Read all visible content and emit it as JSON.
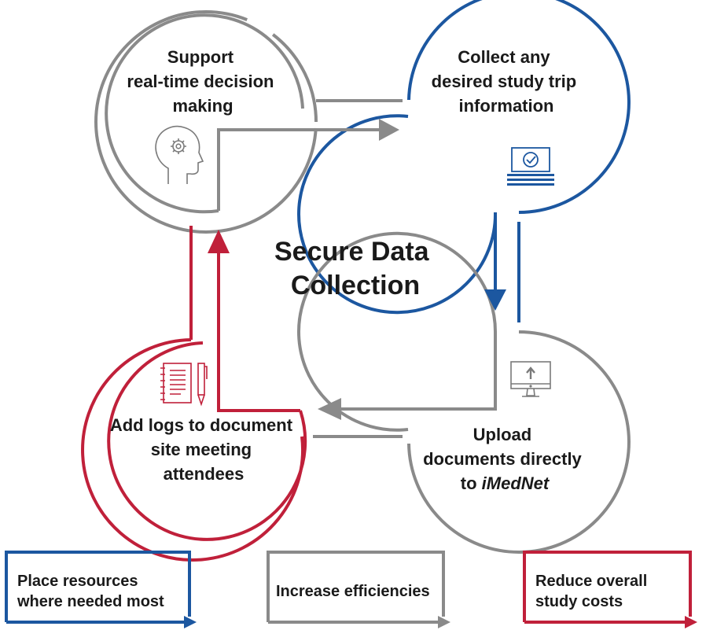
{
  "colors": {
    "gray": "#8a8a8a",
    "blue": "#1c57a0",
    "red": "#c0203a",
    "text": "#1a1a1a"
  },
  "center": {
    "line1": "Secure Data",
    "line2": "Collection"
  },
  "nodes": {
    "top_left": {
      "lines": [
        "Support",
        "real-time decision",
        "making"
      ],
      "icon": "head-gear-icon"
    },
    "top_right": {
      "lines": [
        "Collect any",
        "desired study trip",
        "information"
      ],
      "icon": "check-document-icon"
    },
    "bottom_right": {
      "line1": "Upload",
      "line2": "documents directly",
      "line3_prefix": "to ",
      "line3_italic": "iMedNet",
      "icon": "monitor-upload-icon"
    },
    "bottom_left": {
      "lines": [
        "Add logs to document",
        "site meeting",
        "attendees"
      ],
      "icon": "notebook-pen-icon"
    }
  },
  "benefits": [
    {
      "lines": [
        "Place resources",
        "where needed most"
      ],
      "color": "blue"
    },
    {
      "lines": [
        "Increase efficiencies"
      ],
      "color": "gray"
    },
    {
      "lines": [
        "Reduce overall",
        "study costs"
      ],
      "color": "red"
    }
  ]
}
